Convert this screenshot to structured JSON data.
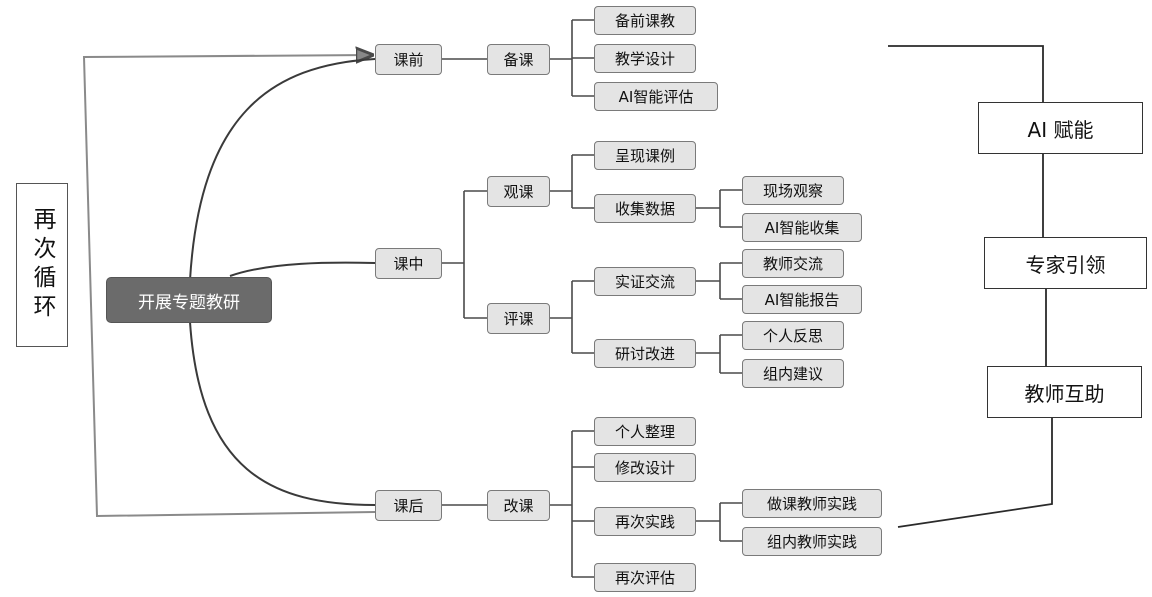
{
  "cycle_label": "再次循环",
  "root": "开展专题教研",
  "stages": {
    "before": "课前",
    "during": "课中",
    "after": "课后"
  },
  "activities": {
    "prepare": "备课",
    "observe": "观课",
    "review": "评课",
    "revise": "改课"
  },
  "items": {
    "prep_teaching": "备前课教",
    "teaching_design": "教学设计",
    "ai_eval": "AI智能评估",
    "present_case": "呈现课例",
    "collect_data": "收集数据",
    "onsite_obs": "现场观察",
    "ai_collect": "AI智能收集",
    "evidence_exchange": "实证交流",
    "teacher_exchange": "教师交流",
    "ai_report": "AI智能报告",
    "discuss_improve": "研讨改进",
    "personal_reflection": "个人反思",
    "group_suggestion": "组内建议",
    "personal_organize": "个人整理",
    "modify_design": "修改设计",
    "practice_again": "再次实践",
    "lesson_teacher_practice": "做课教师实践",
    "group_teacher_practice": "组内教师实践",
    "evaluate_again": "再次评估"
  },
  "side": {
    "ai_empower": "AI 赋能",
    "expert_lead": "专家引领",
    "teacher_mutual": "教师互助"
  }
}
